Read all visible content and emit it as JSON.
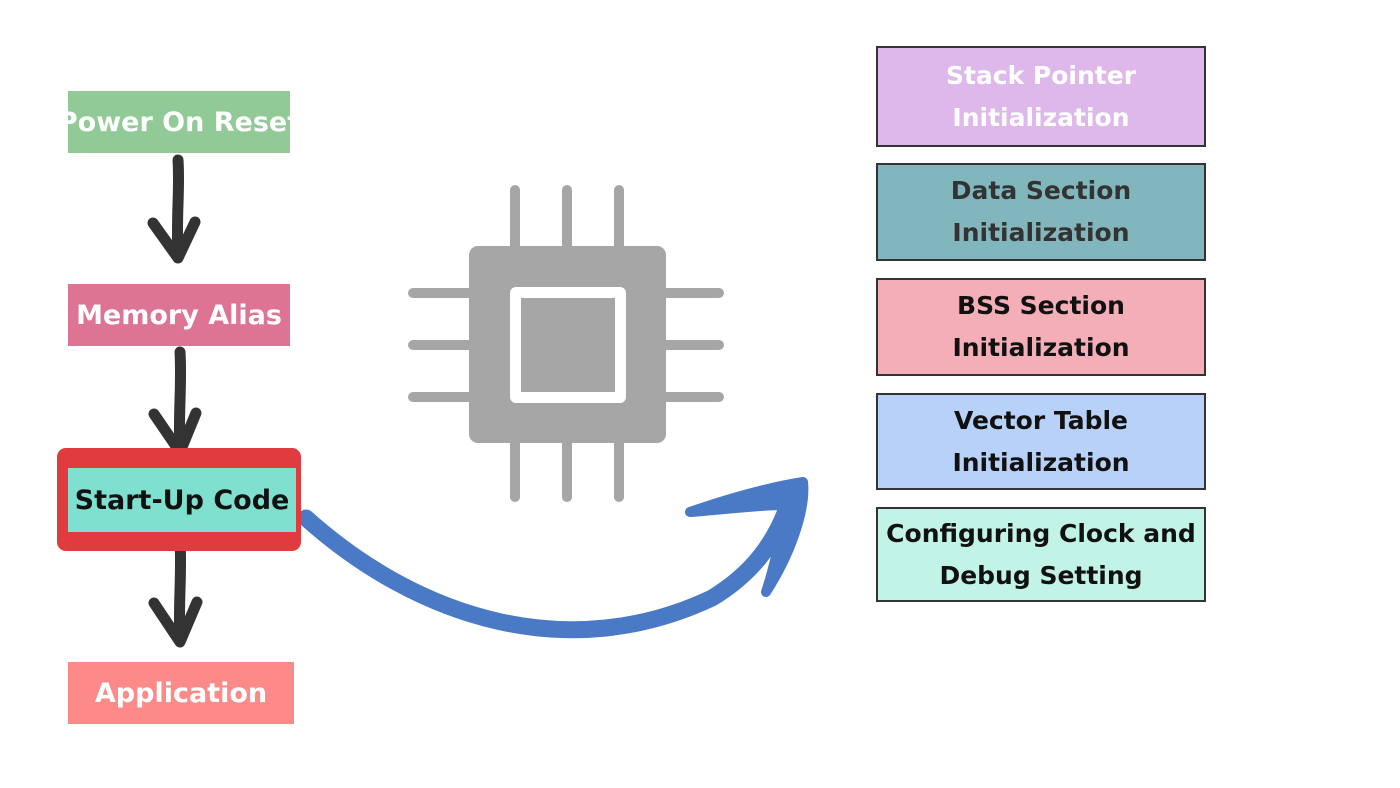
{
  "flow_steps": {
    "power_on_reset": {
      "label": "Power On Reset",
      "color": "#91c997"
    },
    "memory_alias": {
      "label": "Memory Alias",
      "color": "#dd7494"
    },
    "startup_code": {
      "label": "Start-Up Code",
      "color": "#7fe0cf",
      "highlight_color": "#e03c40"
    },
    "application": {
      "label": "Application",
      "color": "#fb8a88"
    }
  },
  "arrow_color": "#333333",
  "curved_arrow_color": "#4a7ac6",
  "chip_icon": {
    "name": "cpu-chip-icon",
    "color": "#a6a6a6"
  },
  "init_tasks": [
    {
      "label": "Stack Pointer\nInitialization",
      "color": "#dfb8eb"
    },
    {
      "label": "Data Section\nInitialization",
      "color": "#80b6bc"
    },
    {
      "label": "BSS Section\nInitialization",
      "color": "#f3aeb7"
    },
    {
      "label": "Vector Table\nInitialization",
      "color": "#b7d1f8"
    },
    {
      "label": "Configuring Clock and\nDebug Setting",
      "color": "#c1f3e6"
    }
  ]
}
